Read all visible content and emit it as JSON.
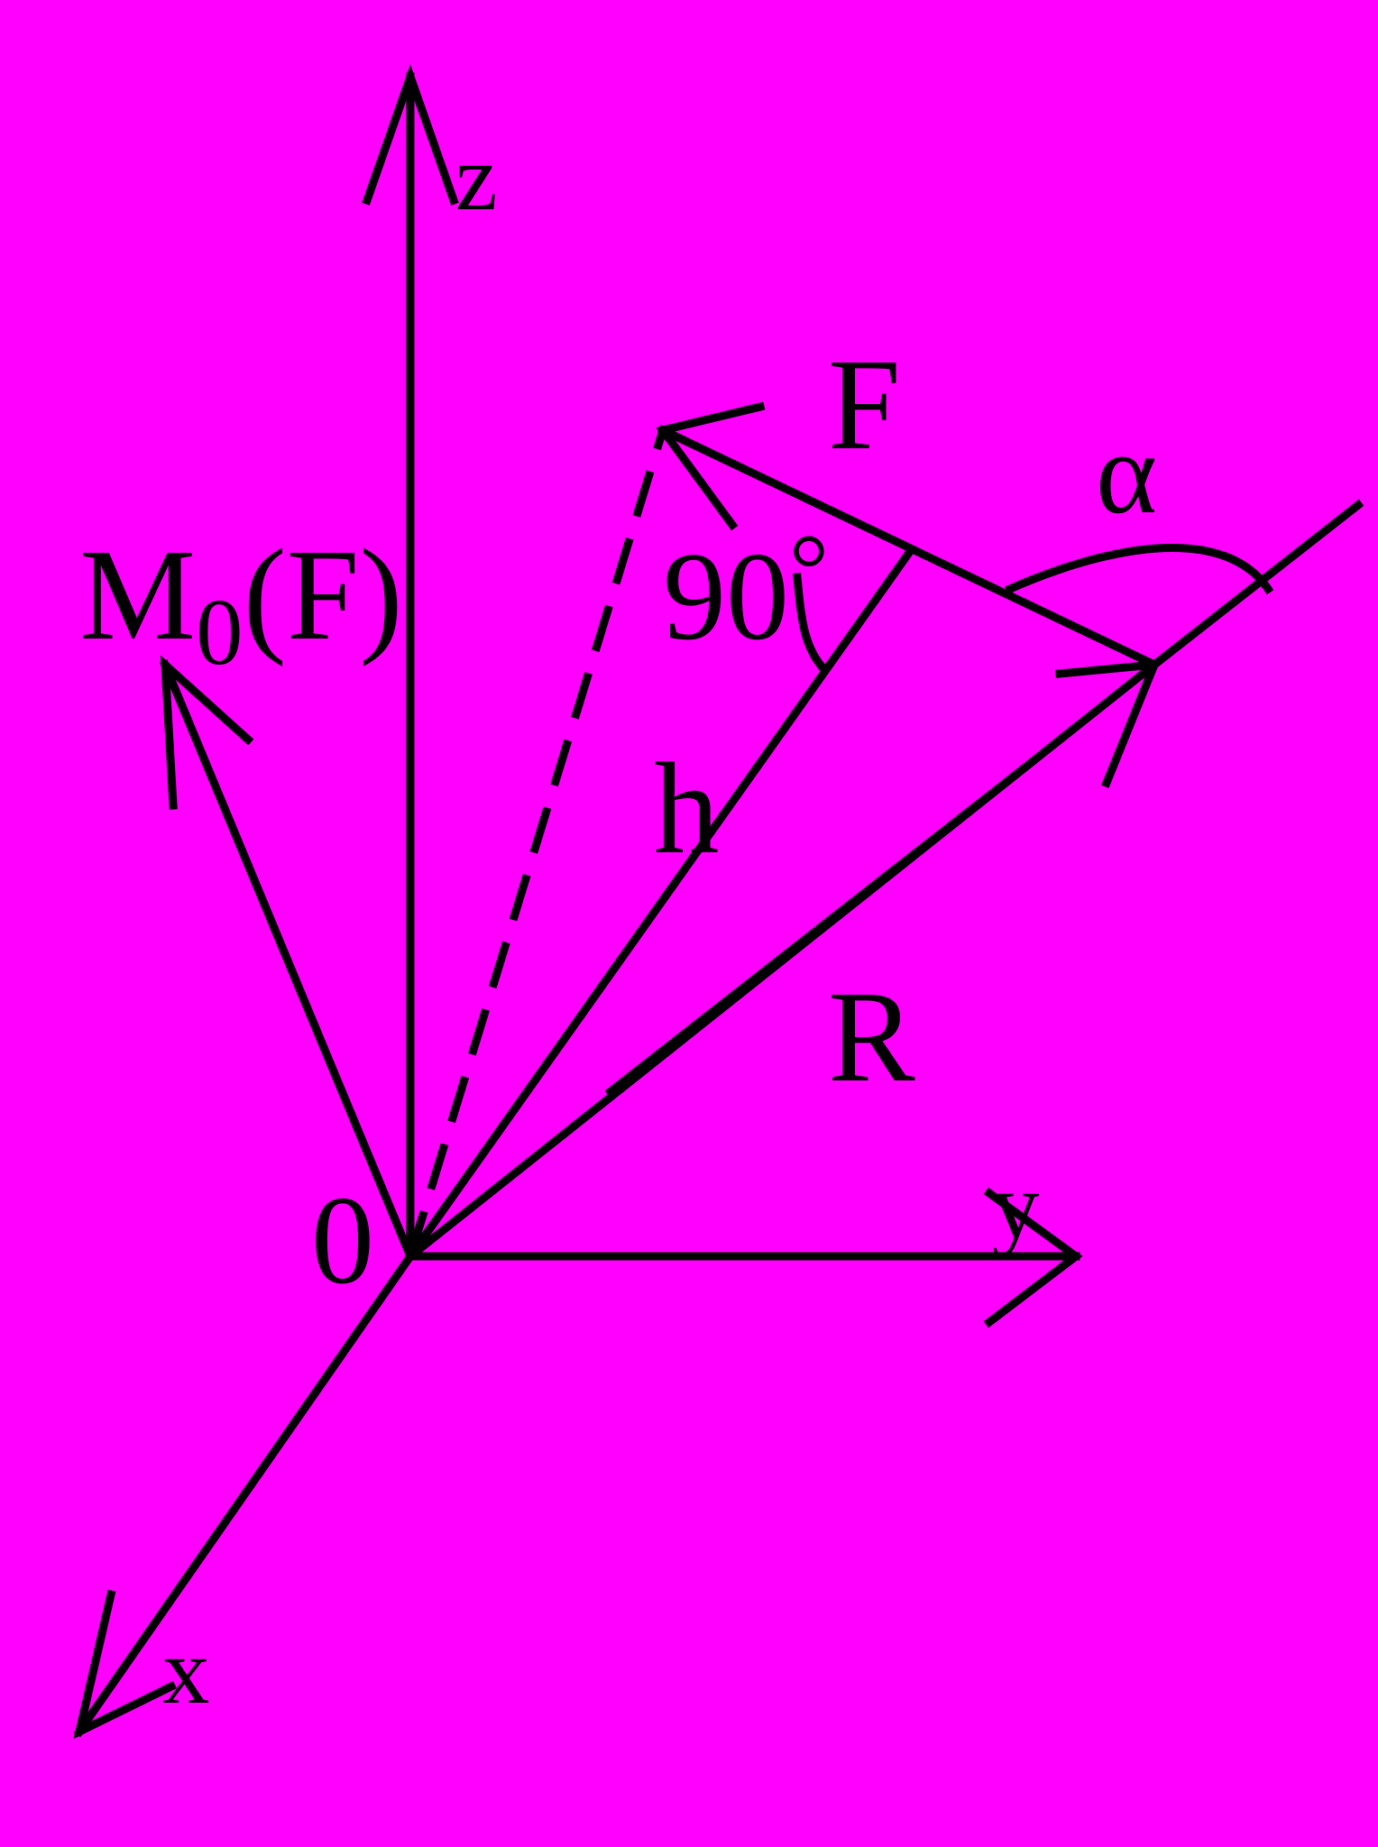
{
  "colors": {
    "background": "#ff00ff",
    "ink": "#000000"
  },
  "labels": {
    "z_axis": "z",
    "y_axis": "y",
    "x_axis": "x",
    "origin": "0",
    "force": "F",
    "moment_main": "M",
    "moment_sub": "0",
    "moment_arg": "(F)",
    "radius": "R",
    "arm": "h",
    "right_angle": "90",
    "right_angle_mark": "°",
    "angle": "α"
  }
}
